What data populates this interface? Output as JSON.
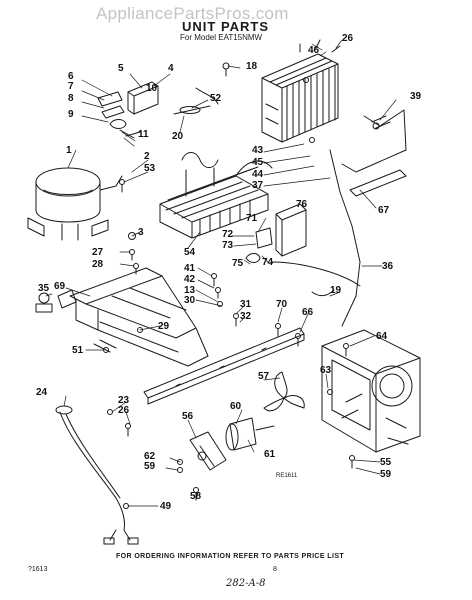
{
  "header": {
    "watermark": "AppliancePartsPros.com",
    "title": "UNIT PARTS",
    "subtitle": "For Model EAT15NMW"
  },
  "footer": {
    "ordering_note": "FOR ORDERING INFORMATION REFER TO PARTS PRICE LIST",
    "doc_ref": "?1613",
    "page_number": "8",
    "handwritten_note": "282-A-8"
  },
  "diagram": {
    "figure_code": "RE1611",
    "callouts": [
      "1",
      "2",
      "3",
      "4",
      "5",
      "6",
      "7",
      "8",
      "9",
      "10",
      "11",
      "13",
      "18",
      "19",
      "20",
      "23",
      "24",
      "26",
      "27",
      "28",
      "29",
      "30",
      "31",
      "32",
      "35",
      "36",
      "37",
      "39",
      "41",
      "42",
      "43",
      "44",
      "45",
      "46",
      "49",
      "51",
      "52",
      "53",
      "54",
      "55",
      "56",
      "57",
      "58",
      "59",
      "60",
      "61",
      "62",
      "63",
      "64",
      "66",
      "67",
      "69",
      "70",
      "71",
      "72",
      "73",
      "74",
      "75",
      "76"
    ]
  }
}
